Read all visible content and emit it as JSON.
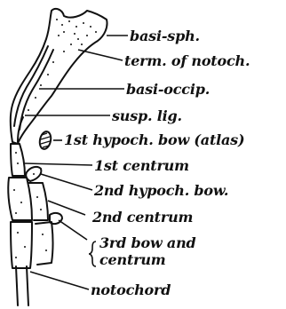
{
  "labels": {
    "basi_sph": "basi-sph.",
    "term_notoch": "term. of notoch.",
    "basi_occip": "basi-occip.",
    "susp_lig": "susp. lig.",
    "hypoch_bow_1": "1st hypoch. bow (atlas)",
    "centrum_1": "1st centrum",
    "hypoch_bow_2": "2nd hypoch. bow.",
    "centrum_2": "2nd centrum",
    "bow_3_line1": "3rd bow and",
    "bow_3_line2": "centrum",
    "notochord": "notochord"
  }
}
